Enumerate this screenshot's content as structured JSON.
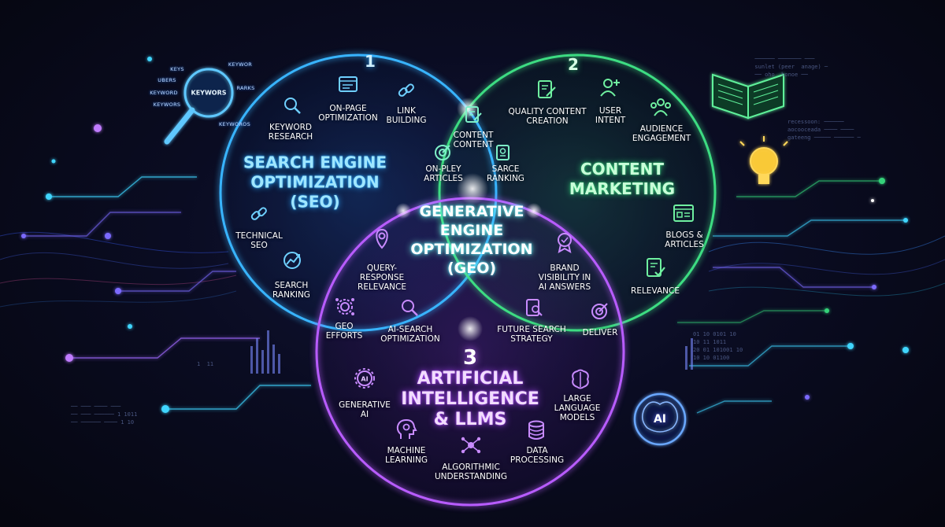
{
  "colors": {
    "seo": "#2aa8ff",
    "content": "#34d27a",
    "ai": "#b04cff",
    "geo": "#7fffe2",
    "background": "#05060f"
  },
  "circles": {
    "seo": {
      "number": "1",
      "title": "Search Engine\nOptimization\n(SEO)"
    },
    "content": {
      "number": "2",
      "title": "Content\nMarketing"
    },
    "ai": {
      "number": "3",
      "title": "Artificial\nIntelligence\n& LLMs"
    },
    "geo": {
      "title": "Generative\nEngine\nOptimization\n(GEO)"
    }
  },
  "labels": {
    "keyword_research": "Keyword\nResearch",
    "on_page_optimization": "On-Page\noptimization",
    "link_building": "Link\nBuilding",
    "technical_seo": "Technical\nSEO",
    "search_ranking": "Search\nRanking",
    "content_content": "Content\nContent",
    "on_pley_articles": "On-Pley\nArticles",
    "sarce_ranking": "Sarce\nRanking",
    "quality_content_creation": "Quality Content\nCreation",
    "user_intent": "User\nIntent",
    "audience_engagement": "Audience\nEngagement",
    "blogs_articles": "Blogs &\nArticles",
    "relevance": "Relevance",
    "query_response_relevance": "Query-\nResponse\nRelevance",
    "geo_efforts": "GEO\nEfforts",
    "ai_search_optimization": "AI-Search\nOptimization",
    "brand_visibility": "Brand\nVisibility in\nAI Answers",
    "future_search_strategy": "Future Search\nStrategy",
    "deliver": "Deliver",
    "generative_ai": "Generative\nAI",
    "large_language_models": "Large\nLanguage\nModels",
    "machine_learning": "Machine\nLearning",
    "algorithmic_understanding": "Algorithmic\nUnderstanding",
    "data_processing": "Data\nProcessing"
  },
  "magnifier": {
    "label": "KEYWORS",
    "words": [
      "KEYS",
      "KEYWOR",
      "UBERS",
      "KEYWORD",
      "RARKS",
      "KEYWORS",
      "KEYWOROS"
    ]
  },
  "ai_badge": "AI",
  "icons": {
    "keyword_research": "magnifier-icon",
    "on_page_optimization": "webpage-icon",
    "link_building": "chain-link-icon",
    "technical_seo": "chain-link-icon",
    "search_ranking": "trend-chart-icon",
    "content_content": "edit-document-icon",
    "on_pley_articles": "target-icon",
    "sarce_ranking": "ranking-doc-icon",
    "quality_content_creation": "edit-document-icon",
    "user_intent": "user-plus-icon",
    "audience_engagement": "audience-icon",
    "blogs_articles": "webpage-icon",
    "relevance": "checklist-icon",
    "query_response_relevance": "location-pin-icon",
    "geo_efforts": "gear-network-icon",
    "ai_search_optimization": "magnifier-icon",
    "brand_visibility": "award-badge-icon",
    "future_search_strategy": "search-doc-icon",
    "deliver": "target-icon",
    "generative_ai": "ai-gear-icon",
    "large_language_models": "brain-icon",
    "machine_learning": "head-gear-icon",
    "algorithmic_understanding": "network-node-icon",
    "data_processing": "database-icon",
    "book": "open-book-icon",
    "bulb": "lightbulb-icon",
    "magnifier": "magnifier-icon",
    "ai_badge": "ai-brain-icon"
  }
}
